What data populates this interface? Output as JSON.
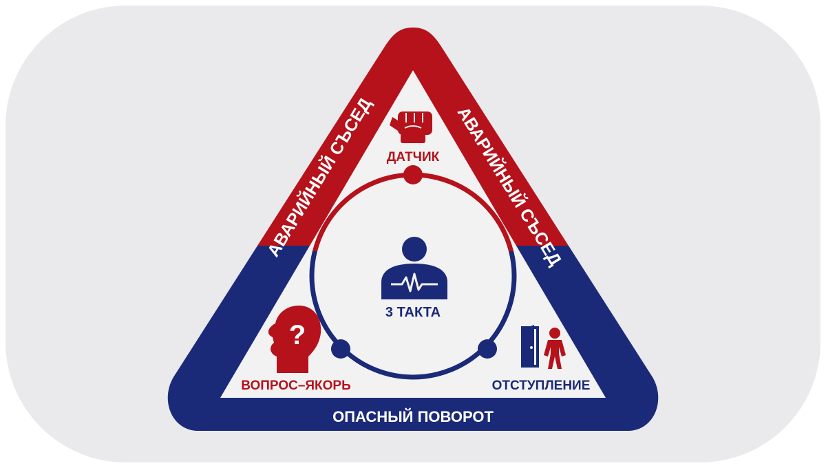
{
  "labels": {
    "left_side": "АВАРИЙНЫЙ СЪСЕД",
    "right_side": "АВАРИЙНЫЙ СЪСЕД",
    "bottom_side": "ОПАСНЫЙ ПОВОРОТ",
    "top_node": "ДАТЧИК",
    "left_node": "ВОПРОС–ЯКОРЬ",
    "right_node": "ОТСТУПЛЕНИЕ",
    "center": "3 ТАКТА",
    "question_mark": "?"
  },
  "icons": {
    "top": "fist-icon",
    "left": "head-question-icon",
    "right": "door-exit-person-icon",
    "center": "person-heartbeat-icon"
  },
  "colors": {
    "red": "#b5121b",
    "navy": "#1b2a78",
    "background": "#eaeaec",
    "inner": "#f2f2f2"
  }
}
